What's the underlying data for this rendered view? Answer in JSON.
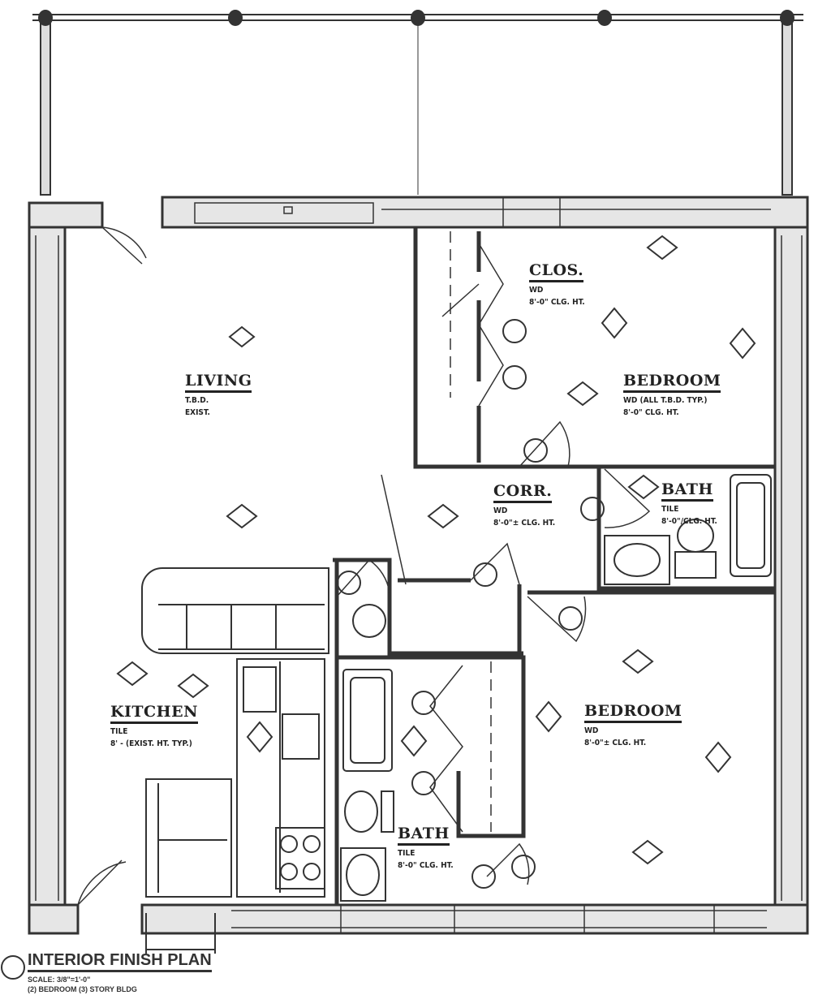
{
  "title": {
    "main": "INTERIOR FINISH PLAN",
    "scale": "SCALE: 3/8\"=1'-0\"",
    "note": "(2) BEDROOM (3) STORY BLDG"
  },
  "rooms": [
    {
      "name": "LIVING",
      "finish": "T.B.D.",
      "height": "EXIST."
    },
    {
      "name": "CLOS.",
      "finish": "WD",
      "height": "8'-0\" CLG. HT."
    },
    {
      "name": "BEDROOM",
      "finish": "WD (ALL T.B.D. TYP.)",
      "height": "8'-0\" CLG. HT."
    },
    {
      "name": "CORR.",
      "finish": "WD",
      "height": "8'-0\"± CLG. HT."
    },
    {
      "name": "BATH",
      "finish": "TILE",
      "height": "8'-0\"/CLG. HT."
    },
    {
      "name": "BEDROOM",
      "finish": "WD",
      "height": "8'-0\"± CLG. HT."
    },
    {
      "name": "KITCHEN",
      "finish": "TILE",
      "height": "8' - (EXIST. HT. TYP.)"
    },
    {
      "name": "BATH",
      "finish": "TILE",
      "height": "8'-0\" CLG. HT."
    }
  ],
  "colors": {
    "line": "#333333",
    "wall_fill": "#e6e6e6",
    "background": "#ffffff"
  }
}
